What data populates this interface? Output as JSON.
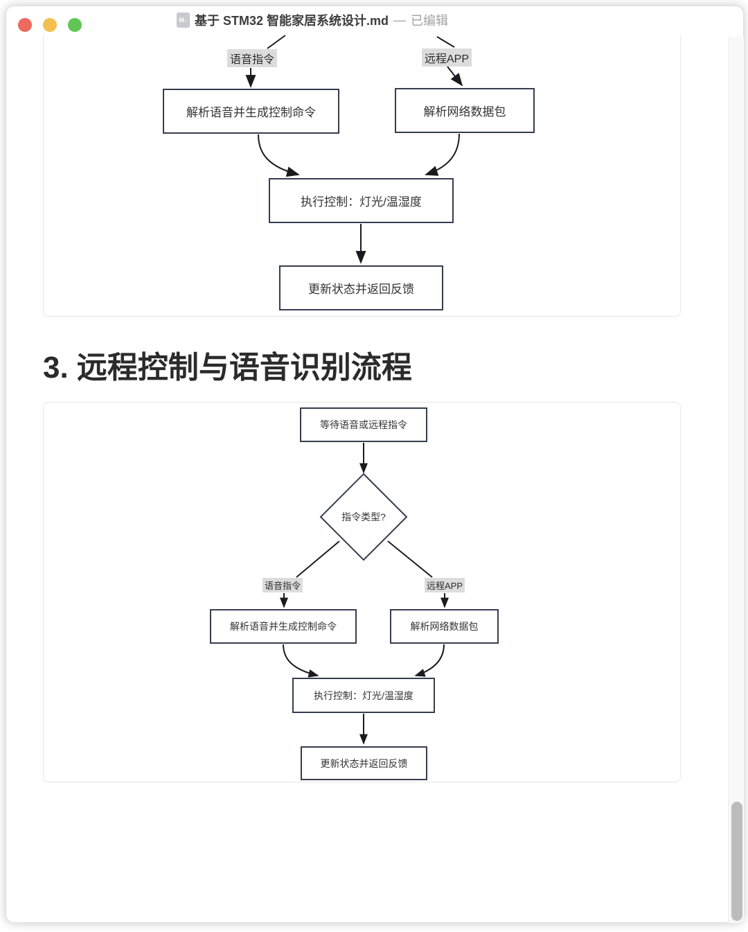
{
  "window": {
    "title": "基于 STM32 智能家居系统设计.md",
    "separator": "—",
    "status": "已编辑",
    "file_icon_glyph": "M↓"
  },
  "heading": "3. 远程控制与语音识别流程",
  "colors": {
    "traffic_red": "#ed6a5e",
    "traffic_yellow": "#f5bf4f",
    "traffic_green": "#61c555",
    "node_border": "#363c4e",
    "arrow": "#1b1b1f",
    "edge_label_bg": "#dcdcdc"
  },
  "diagram1": {
    "type": "flowchart-partial",
    "edge_labels": {
      "voice": "语音指令",
      "remote": "远程APP"
    },
    "nodes": {
      "parse_voice": "解析语音并生成控制命令",
      "parse_network": "解析网络数据包",
      "execute": "执行控制：灯光/温湿度",
      "update": "更新状态并返回反馈"
    }
  },
  "diagram2": {
    "type": "flowchart",
    "edge_labels": {
      "voice": "语音指令",
      "remote": "远程APP"
    },
    "nodes": {
      "wait": "等待语音或远程指令",
      "decision": "指令类型?",
      "parse_voice": "解析语音并生成控制命令",
      "parse_network": "解析网络数据包",
      "execute": "执行控制：灯光/温湿度",
      "update": "更新状态并返回反馈"
    }
  }
}
